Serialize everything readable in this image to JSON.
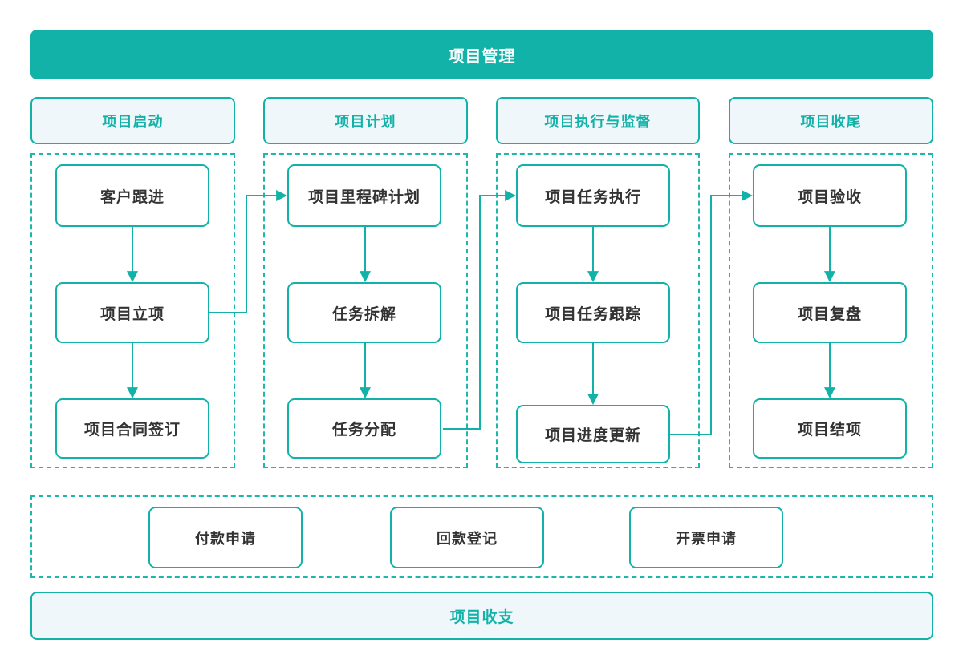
{
  "diagram": {
    "title": "项目管理",
    "stages": [
      {
        "header": "项目启动",
        "nodes": [
          "客户跟进",
          "项目立项",
          "项目合同签订"
        ]
      },
      {
        "header": "项目计划",
        "nodes": [
          "项目里程碑计划",
          "任务拆解",
          "任务分配"
        ]
      },
      {
        "header": "项目执行与监督",
        "nodes": [
          "项目任务执行",
          "项目任务跟踪",
          "项目进度更新"
        ]
      },
      {
        "header": "项目收尾",
        "nodes": [
          "项目验收",
          "项目复盘",
          "项目结项"
        ]
      }
    ],
    "finance": {
      "nodes": [
        "付款申请",
        "回款登记",
        "开票申请"
      ],
      "footer": "项目收支"
    },
    "colors": {
      "accent_teal": "#12b2a8",
      "light_panel": "#eff7fa",
      "node_text": "#333333",
      "banner_text": "#ffffff"
    }
  }
}
